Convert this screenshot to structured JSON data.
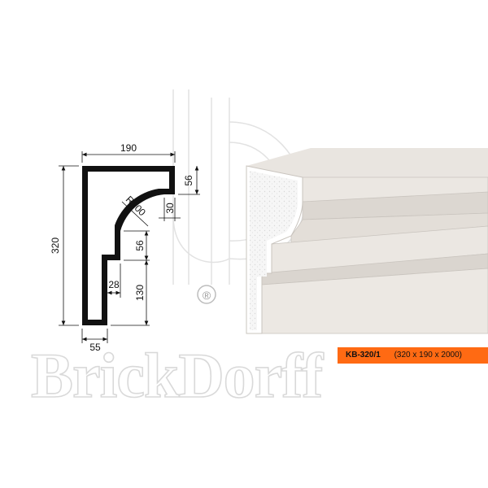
{
  "dimensions": {
    "width": "190",
    "height": "320",
    "top_drop": "56",
    "radius": "R100",
    "step": "30",
    "mid_rise": "56",
    "inset": "28",
    "lower_rise": "130",
    "base": "55"
  },
  "watermark": {
    "brand": "BrickDorff",
    "registered": "®"
  },
  "product": {
    "code": "KB-320/1",
    "size": "(320 x 190 x 2000)"
  },
  "colors": {
    "badge": "#ff6a13",
    "profile_stroke": "#111111",
    "molding_face": "#e8e2da",
    "foam_core": "#f4f4f4"
  }
}
